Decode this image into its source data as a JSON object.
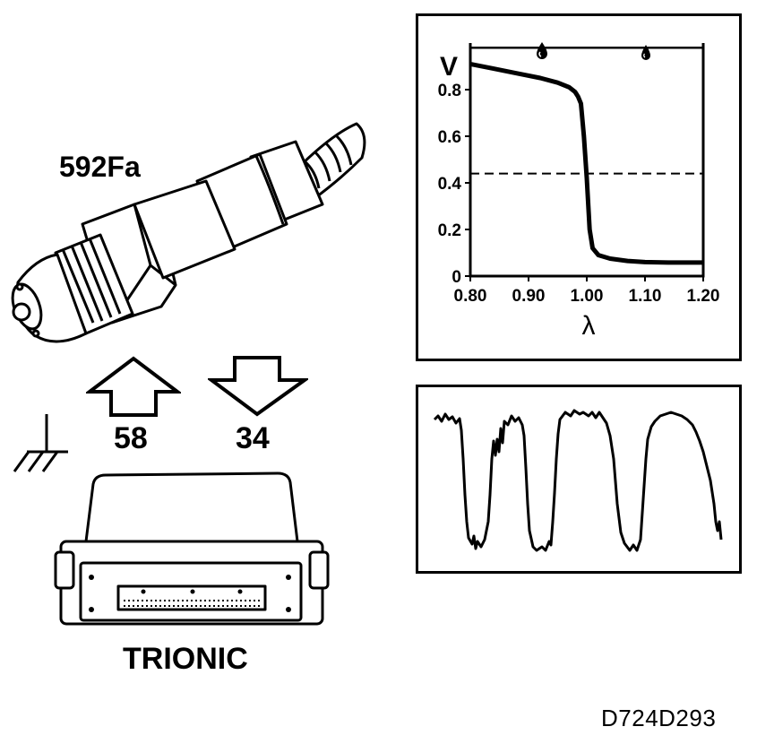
{
  "sensor": {
    "label": "592Fa"
  },
  "arrows": {
    "up_label": "58",
    "down_label": "34"
  },
  "ecu": {
    "label": "TRIONIC"
  },
  "footer": {
    "diagram_id": "D724D293"
  },
  "icons": {
    "ground": "ground-symbol-icon",
    "fuel_drop_left": "fuel-drop-icon",
    "fuel_drop_right": "fuel-drop-icon"
  },
  "chart_data": {
    "type": "line",
    "title": "",
    "xlabel": "λ",
    "ylabel": "V",
    "xlim": [
      0.8,
      1.2
    ],
    "ylim": [
      0,
      1.0
    ],
    "x_ticks": [
      "0.80",
      "0.90",
      "1.00",
      "1.10",
      "1.20"
    ],
    "y_ticks": [
      "0",
      "0.2",
      "0.4",
      "0.6",
      "0.8"
    ],
    "reference_line": {
      "y": 0.44,
      "style": "dashed"
    },
    "top_line": {
      "y": 0.98
    },
    "series": [
      {
        "x": [
          0.8,
          0.84,
          0.88,
          0.92,
          0.95,
          0.97,
          0.98,
          0.985,
          0.99,
          0.995,
          1.0,
          1.005,
          1.01,
          1.02,
          1.04,
          1.07,
          1.1,
          1.14,
          1.2
        ],
        "values": [
          0.91,
          0.89,
          0.87,
          0.85,
          0.83,
          0.81,
          0.79,
          0.77,
          0.74,
          0.6,
          0.42,
          0.2,
          0.12,
          0.09,
          0.075,
          0.065,
          0.06,
          0.058,
          0.058
        ]
      }
    ]
  }
}
